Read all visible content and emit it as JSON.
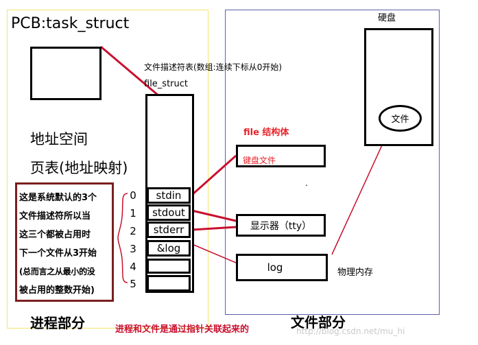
{
  "process_area": {
    "pcb_title": "PCB:task_struct",
    "address_space": "地址空间",
    "page_table": "页表(地址映射)",
    "section_label": "进程部分"
  },
  "file_struct": {
    "caption_line1": "文件描述符表(数组:连续下标从0开始)",
    "caption_line2": "file_struct",
    "indices": [
      "0",
      "1",
      "2",
      "3",
      "4",
      "5"
    ],
    "entries": [
      "stdin",
      "stdout",
      "stderr",
      "&log",
      "",
      ""
    ]
  },
  "note": {
    "lines": [
      "这是系统默认的3个",
      "文件描述符所以当",
      "这三个都被占用时",
      "下一个文件从3开始",
      "(总而言之从最小的没",
      "被占用的整数开始)"
    ]
  },
  "file_area": {
    "file_struct_label": "file 结构体",
    "keyboard_file": "键盘文件",
    "display": "显示器（tty）",
    "log": "log",
    "physical_memory": "物理内存",
    "section_label": "文件部分",
    "disk_label": "硬盘",
    "disk_file": "文件",
    "dot": "."
  },
  "footer": {
    "caption": "进程和文件是通过指针关联起来的",
    "watermark": "http://blog.csdn.net/mu_hi"
  },
  "colors": {
    "pointer_line": "#c8102e",
    "file_label": "#e8232a",
    "note_border": "#7a1f1f",
    "pcb_border": "#f5e46a",
    "file_area_border": "#5b5fa8"
  }
}
